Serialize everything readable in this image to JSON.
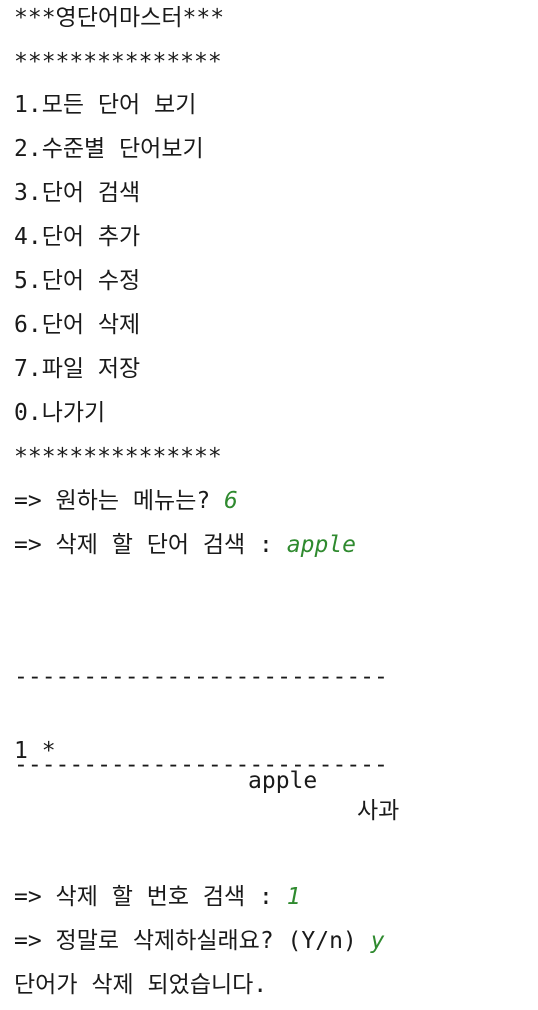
{
  "console": {
    "title": "***영단어마스터***",
    "stars_top": "***************",
    "menu": [
      "1.모든 단어 보기",
      "2.수준별 단어보기",
      "3.단어 검색",
      "4.단어 추가",
      "5.단어 수정",
      "6.단어 삭제",
      "7.파일 저장",
      "0.나가기"
    ],
    "stars_bottom": "***************",
    "menu_prompt": "=> 원하는 메뉴는? ",
    "menu_input": "6",
    "search_prompt": "=> 삭제 할 단어 검색 : ",
    "search_input": "apple",
    "divider_top": "---------------------------",
    "result": {
      "num": "1 *",
      "word": "apple",
      "meaning": "사과"
    },
    "divider_bottom": "---------------------------",
    "number_prompt": "=> 삭제 할 번호 검색 : ",
    "number_input": "1",
    "confirm_prompt": "=> 정말로 삭제하실래요? (Y/n) ",
    "confirm_input": "y",
    "done_message": "단어가 삭제 되었습니다."
  }
}
